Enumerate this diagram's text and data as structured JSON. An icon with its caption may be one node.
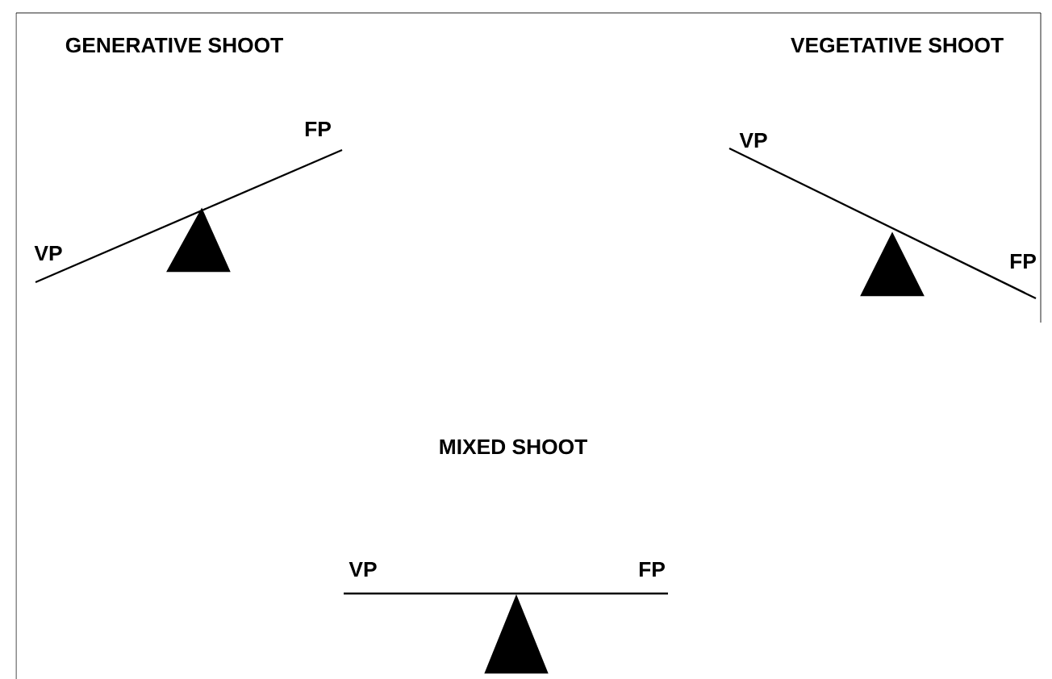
{
  "diagram": {
    "labels": [
      "GENERATIVE SHOOT",
      "VEGETATIVE SHOOT",
      "FP",
      "VP",
      "VP",
      "FP",
      "MIXED SHOOT",
      "VP",
      "FP"
    ]
  }
}
